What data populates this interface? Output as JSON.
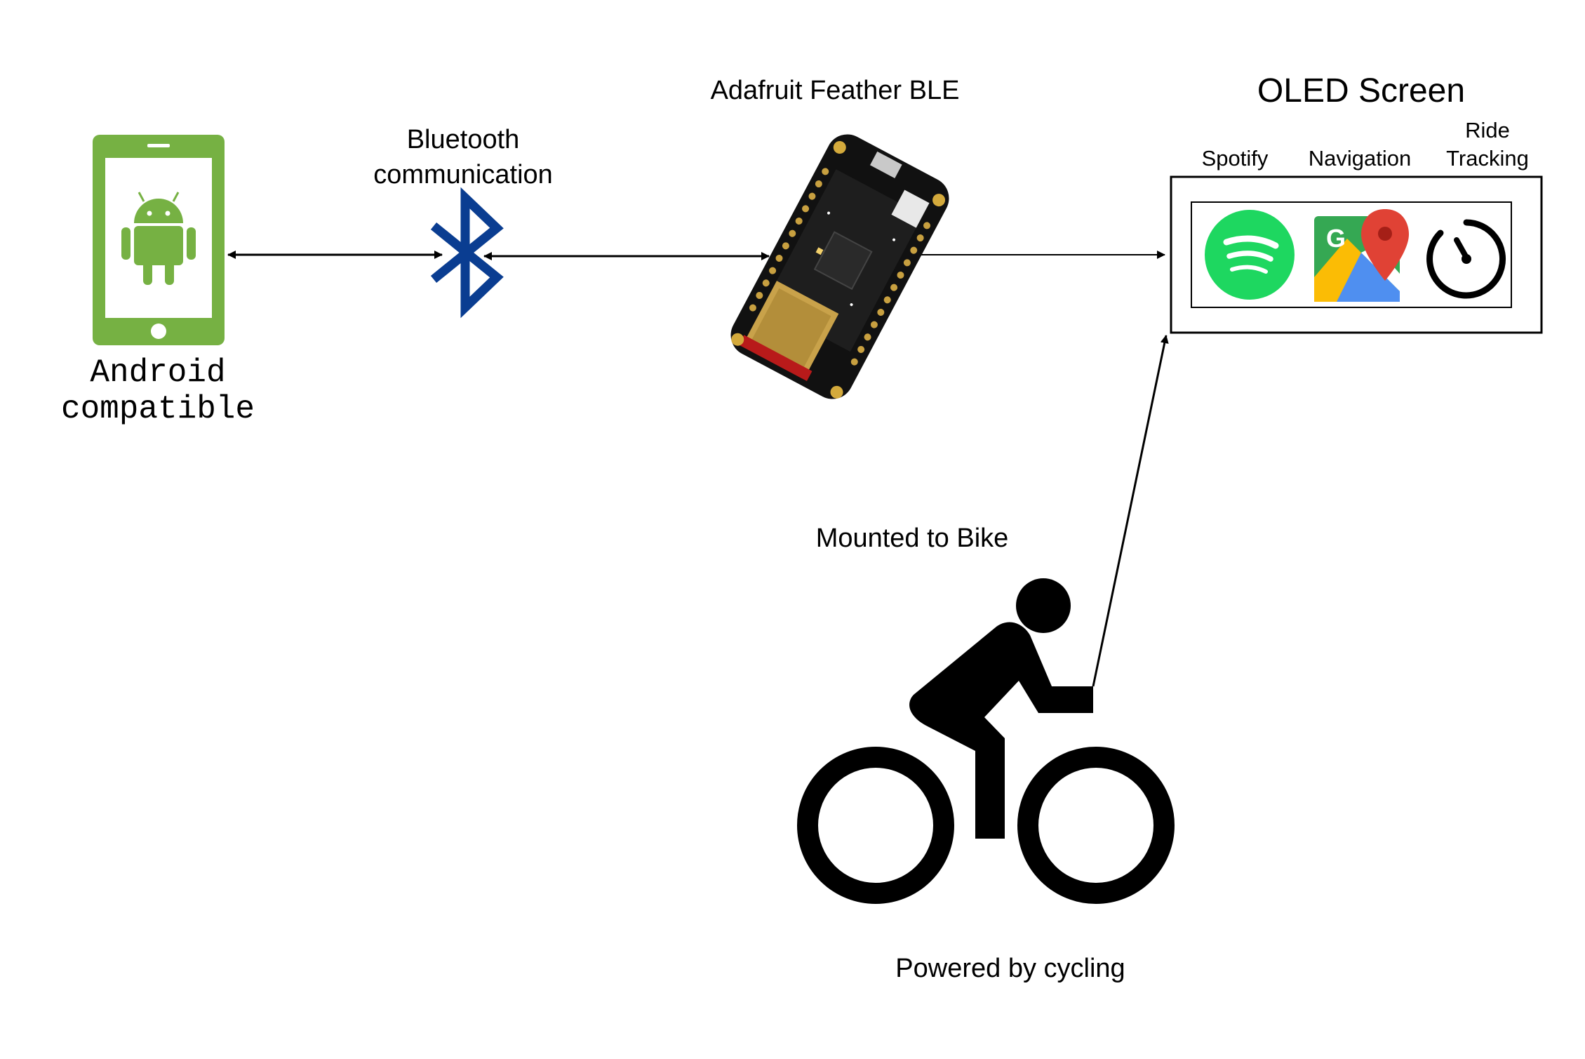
{
  "labels": {
    "phone_line1": "Android",
    "phone_line2": "compatible",
    "bt_line1": "Bluetooth",
    "bt_line2": "communication",
    "feather": "Adafruit Feather BLE",
    "oled_title": "OLED Screen",
    "app_spotify": "Spotify",
    "app_navigation": "Navigation",
    "app_ride_line1": "Ride",
    "app_ride_line2": "Tracking",
    "mounted": "Mounted to Bike",
    "powered": "Powered by cycling"
  },
  "icons": {
    "phone": "android-phone-icon",
    "bluetooth": "bluetooth-icon",
    "board": "feather-board-image",
    "spotify": "spotify-icon",
    "maps": "google-maps-icon",
    "timer": "timer-icon",
    "cyclist": "cyclist-icon"
  },
  "colors": {
    "android_green": "#76b143",
    "bluetooth_blue": "#0a3d91",
    "spotify_green": "#1ed760",
    "maps_pin_red": "#e04235",
    "line": "#000000"
  }
}
